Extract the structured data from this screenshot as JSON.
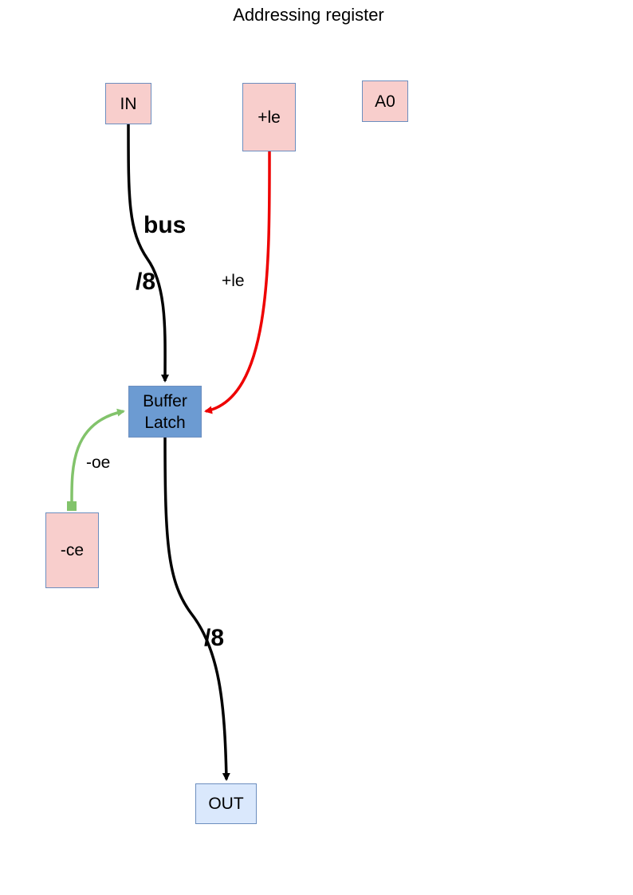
{
  "title": "Addressing register",
  "nodes": {
    "in": "IN",
    "le": "+le",
    "a0": "A0",
    "buffer_line1": "Buffer",
    "buffer_line2": "Latch",
    "ce": "-ce",
    "out": "OUT"
  },
  "edge_labels": {
    "bus": "bus",
    "bus_width_in": "/8",
    "le_signal": "+le",
    "oe_signal": "-oe",
    "bus_width_out": "/8"
  },
  "colors": {
    "input_box": "#f8cecc",
    "latch_box": "#6c9bd2",
    "output_box": "#dae8fc",
    "box_border": "#6c8ebf",
    "bus_wire": "#000000",
    "le_wire": "#ee0000",
    "oe_wire": "#82c36b"
  }
}
